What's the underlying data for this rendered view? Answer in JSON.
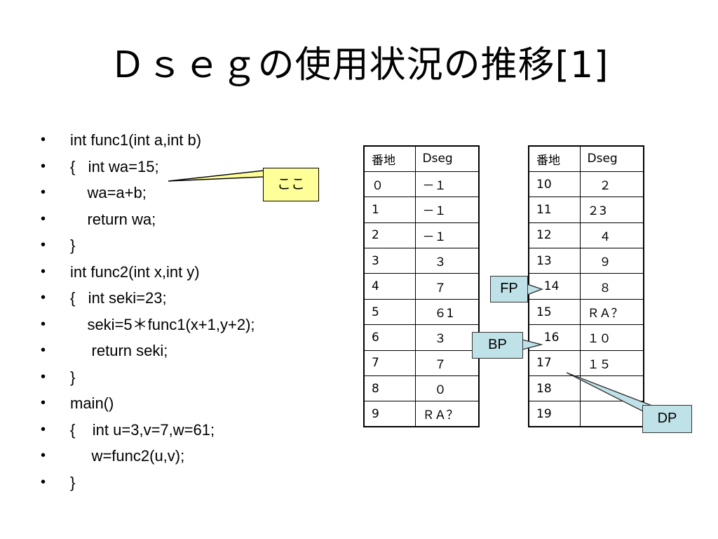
{
  "slide": {
    "title": "Ｄｓｅｇの使用状況の推移[1]"
  },
  "code_lines": [
    {
      "bullet": "•",
      "text": "int func1(int a,int b)"
    },
    {
      "bullet": "•",
      "text": "{   int wa=15;"
    },
    {
      "bullet": "•",
      "text": "    wa=a+b;"
    },
    {
      "bullet": "•",
      "text": "    return wa;"
    },
    {
      "bullet": "•",
      "text": "}"
    },
    {
      "bullet": "•",
      "text": "int func2(int x,int y)"
    },
    {
      "bullet": "•",
      "text": "{   int seki=23;"
    },
    {
      "bullet": "•",
      "text": "    seki=5＊func1(x+1,y+2);"
    },
    {
      "bullet": "•",
      "text": "     return seki;"
    },
    {
      "bullet": "•",
      "text": "}"
    },
    {
      "bullet": "•",
      "text": "main()"
    },
    {
      "bullet": "•",
      "text": "{    int u=3,v=7,w=61;"
    },
    {
      "bullet": "•",
      "text": "     w=func2(u,v);"
    },
    {
      "bullet": "•",
      "text": "}"
    }
  ],
  "table_left": {
    "header": [
      "番地",
      "Dseg"
    ],
    "rows": [
      [
        "０",
        "－１"
      ],
      [
        "1",
        "－１"
      ],
      [
        "2",
        "－１"
      ],
      [
        "3",
        "　３"
      ],
      [
        "4",
        "　７"
      ],
      [
        "5",
        "　６1"
      ],
      [
        "6",
        "　３"
      ],
      [
        "7",
        "　７"
      ],
      [
        "8",
        "　０"
      ],
      [
        "9",
        "ＲＡ？"
      ]
    ]
  },
  "table_right": {
    "header": [
      "番地",
      "Dseg"
    ],
    "rows": [
      [
        "10",
        "　２"
      ],
      [
        "11",
        "２3"
      ],
      [
        "12",
        "　４"
      ],
      [
        "13",
        "　９"
      ],
      [
        "  14",
        "　８"
      ],
      [
        "15",
        "ＲＡ？"
      ],
      [
        "  16",
        "１０"
      ],
      [
        "17",
        "１５"
      ],
      [
        "18",
        ""
      ],
      [
        "19",
        ""
      ]
    ]
  },
  "pointers": {
    "fp": "FP",
    "bp": "BP",
    "dp": "DP"
  },
  "callout": {
    "text": "ここ"
  },
  "colors": {
    "pointer_fill": "#bfe2e8",
    "callout_fill": "#ffff99"
  }
}
